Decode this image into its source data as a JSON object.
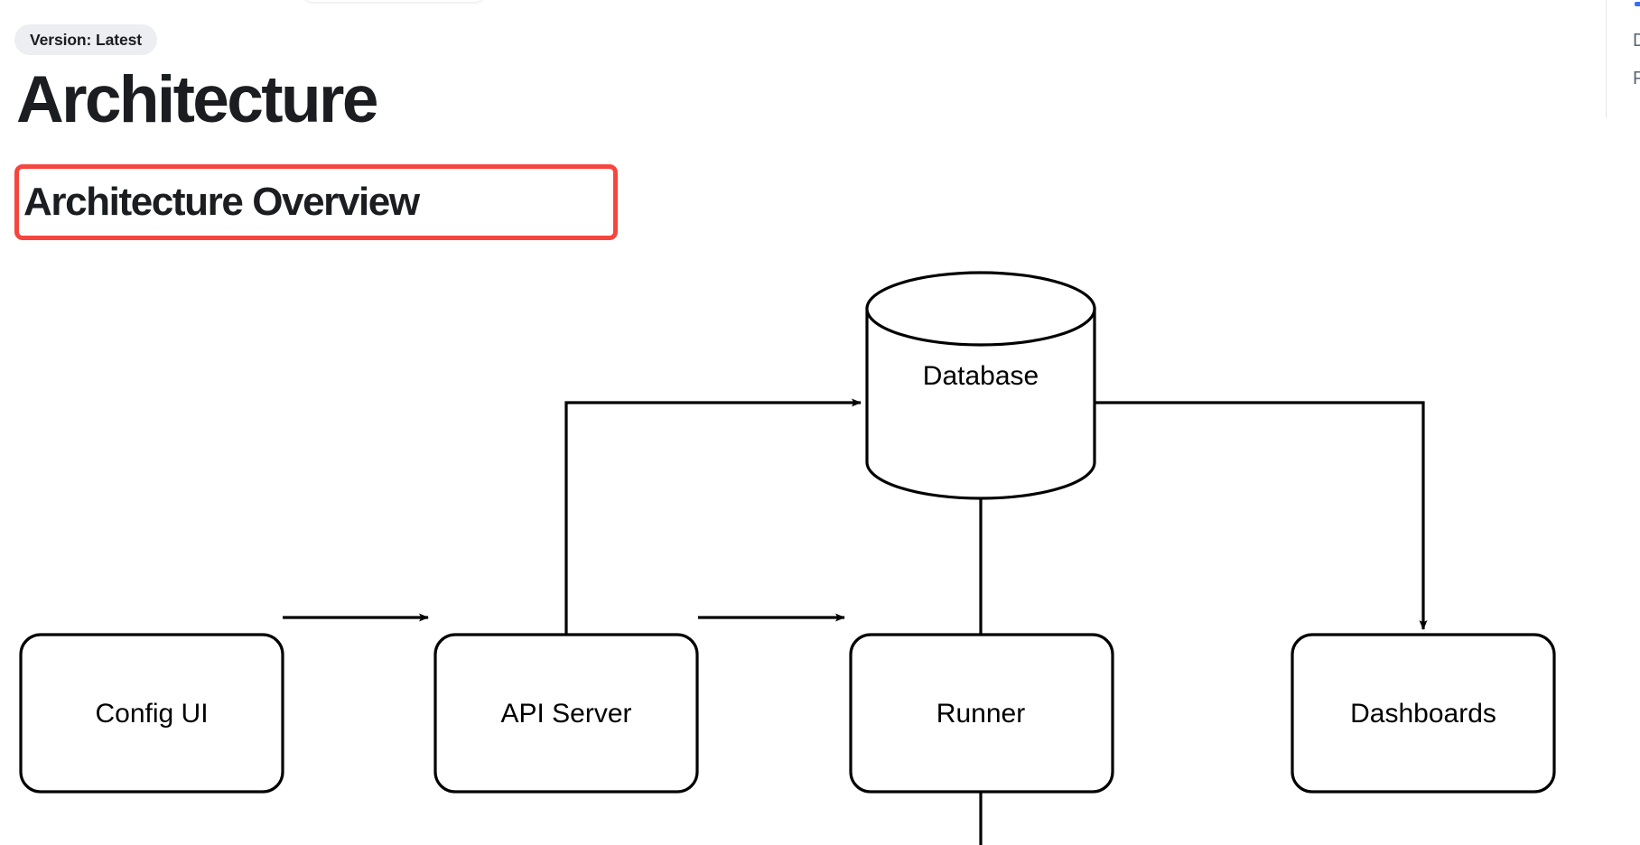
{
  "header": {
    "version_badge": "Version: Latest",
    "page_title": "Architecture"
  },
  "section": {
    "title": "Architecture Overview",
    "highlight_color": "#F6453E"
  },
  "diagram": {
    "type": "flowchart",
    "nodes": [
      {
        "id": "config-ui",
        "label": "Config UI",
        "shape": "rounded-rect"
      },
      {
        "id": "api-server",
        "label": "API Server",
        "shape": "rounded-rect"
      },
      {
        "id": "runner",
        "label": "Runner",
        "shape": "rounded-rect"
      },
      {
        "id": "dashboards",
        "label": "Dashboards",
        "shape": "rounded-rect"
      },
      {
        "id": "database",
        "label": "Database",
        "shape": "cylinder"
      }
    ],
    "edges": [
      {
        "from": "config-ui",
        "to": "api-server",
        "arrow": "right"
      },
      {
        "from": "api-server",
        "to": "runner",
        "arrow": "right"
      },
      {
        "from": "api-server",
        "to": "database",
        "arrow": "right"
      },
      {
        "from": "runner",
        "to": "database",
        "arrow": "up"
      },
      {
        "from": "database",
        "to": "dashboards",
        "arrow": "down"
      },
      {
        "from": "runner",
        "to": "",
        "arrow": "down-offscreen"
      }
    ]
  },
  "toc": {
    "items": [
      {
        "label": "D"
      },
      {
        "label": "P"
      }
    ]
  }
}
